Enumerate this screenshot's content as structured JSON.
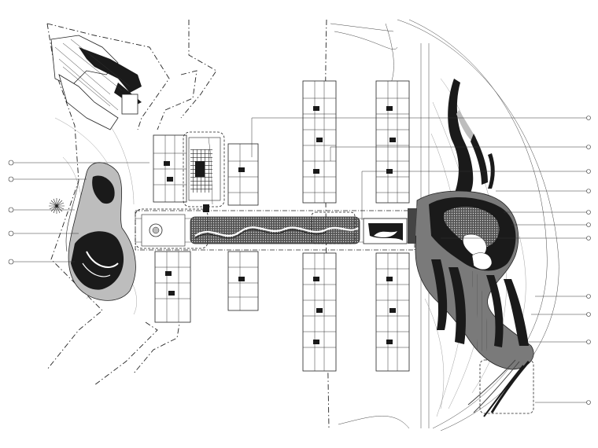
{
  "drawing": {
    "left_callouts": [
      {
        "id": "L1",
        "label": ""
      },
      {
        "id": "L2",
        "label": ""
      },
      {
        "id": "L3",
        "label": ""
      },
      {
        "id": "L4",
        "label": ""
      },
      {
        "id": "L5",
        "label": ""
      }
    ],
    "right_callouts": [
      {
        "id": "R1",
        "label": ""
      },
      {
        "id": "R2",
        "label": ""
      },
      {
        "id": "R3",
        "label": ""
      },
      {
        "id": "R4",
        "label": ""
      },
      {
        "id": "R5",
        "label": ""
      },
      {
        "id": "R6",
        "label": ""
      },
      {
        "id": "R7",
        "label": ""
      },
      {
        "id": "R8",
        "label": ""
      },
      {
        "id": "R9",
        "label": ""
      },
      {
        "id": "R10",
        "label": ""
      },
      {
        "id": "R11",
        "label": ""
      }
    ],
    "colors": {
      "line": "#222222",
      "fill_dark": "#1a1a1a",
      "fill_mid": "#7a7a7a",
      "fill_light": "#bdbdbd",
      "background": "#ffffff"
    },
    "icons": [
      "tree-symbol-icon"
    ]
  }
}
